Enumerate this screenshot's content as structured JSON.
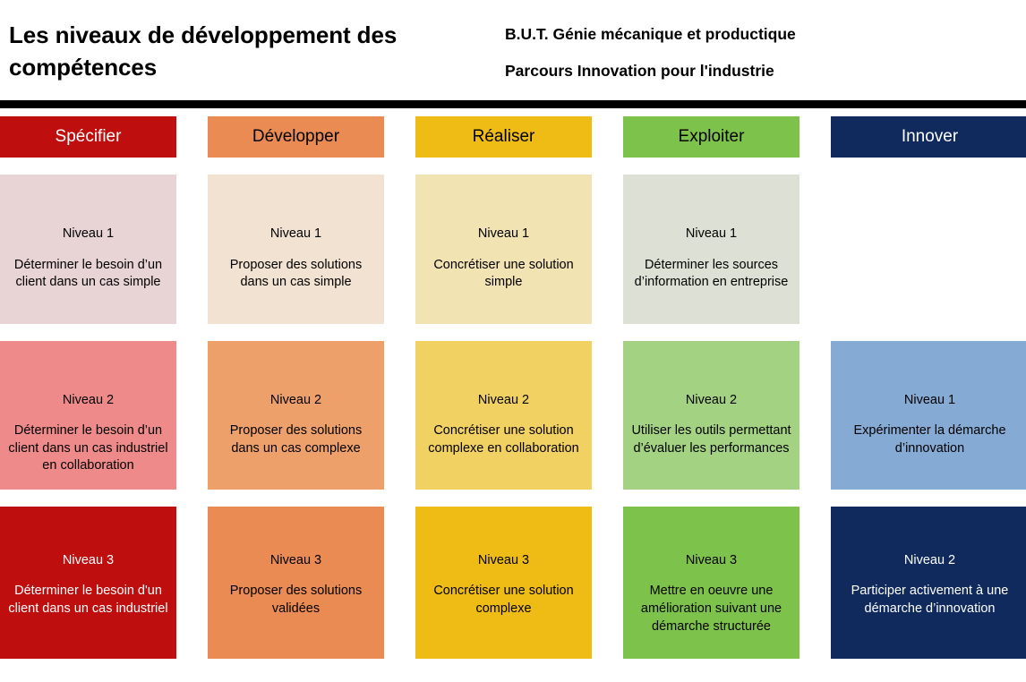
{
  "header": {
    "title": "Les niveaux de développement des compétences",
    "subtitle_line1": "B.U.T. Génie mécanique et productique",
    "subtitle_line2": "Parcours Innovation pour l'industrie"
  },
  "colors": {
    "specifier_strong": "#BE0E0E",
    "specifier_mid": "#EE8A8A",
    "specifier_light": "#E8D3D5",
    "developper_strong": "#E98B52",
    "developper_mid": "#EDA06A",
    "developper_light": "#F2E2D2",
    "realiser_strong": "#EFBB15",
    "realiser_mid": "#F2D163",
    "realiser_light": "#F2E3B2",
    "exploiter_strong": "#7DC24B",
    "exploiter_mid": "#A4D283",
    "exploiter_light": "#DDE1D5",
    "innover_strong": "#102A5E",
    "innover_mid": "#85AAD4",
    "rule_bar": "#000000"
  },
  "columns": [
    {
      "name": "specifier",
      "label": "Spécifier",
      "header_bg": "#BE0E0E",
      "header_text": "#FFFFFF",
      "cells": [
        {
          "level": "Niveau 1",
          "description": "Déterminer le besoin d’un client dans un cas simple",
          "bg": "#E8D3D5",
          "text": "#000000"
        },
        {
          "level": "Niveau 2",
          "description": "Déterminer le besoin d’un client dans un cas industriel en collaboration",
          "bg": "#EE8A8A",
          "text": "#000000"
        },
        {
          "level": "Niveau 3",
          "description": "Déterminer le besoin d'un client dans un cas industriel",
          "bg": "#BE0E0E",
          "text": "#FFFFFF"
        }
      ]
    },
    {
      "name": "developper",
      "label": "Développer",
      "header_bg": "#E98B52",
      "header_text": "#000000",
      "cells": [
        {
          "level": "Niveau 1",
          "description": "Proposer des solutions dans un cas simple",
          "bg": "#F2E2D2",
          "text": "#000000"
        },
        {
          "level": "Niveau 2",
          "description": "Proposer des solutions dans un cas complexe",
          "bg": "#EDA06A",
          "text": "#000000"
        },
        {
          "level": "Niveau 3",
          "description": "Proposer des solutions validées",
          "bg": "#E98B52",
          "text": "#000000"
        }
      ]
    },
    {
      "name": "realiser",
      "label": "Réaliser",
      "header_bg": "#EFBB15",
      "header_text": "#000000",
      "cells": [
        {
          "level": "Niveau 1",
          "description": "Concrétiser une solution simple",
          "bg": "#F2E3B2",
          "text": "#000000"
        },
        {
          "level": "Niveau 2",
          "description": "Concrétiser une solution complexe en collaboration",
          "bg": "#F2D163",
          "text": "#000000"
        },
        {
          "level": "Niveau 3",
          "description": "Concrétiser une solution complexe",
          "bg": "#EFBB15",
          "text": "#000000"
        }
      ]
    },
    {
      "name": "exploiter",
      "label": "Exploiter",
      "header_bg": "#7DC24B",
      "header_text": "#000000",
      "cells": [
        {
          "level": "Niveau 1",
          "description": "Déterminer les sources d’information en entreprise",
          "bg": "#DDE1D5",
          "text": "#000000"
        },
        {
          "level": "Niveau 2",
          "description": "Utiliser les outils permettant d’évaluer les performances",
          "bg": "#A4D283",
          "text": "#000000"
        },
        {
          "level": "Niveau 3",
          "description": "Mettre en oeuvre une amélioration suivant une démarche structurée",
          "bg": "#7DC24B",
          "text": "#000000"
        }
      ]
    },
    {
      "name": "innover",
      "label": "Innover",
      "header_bg": "#102A5E",
      "header_text": "#FFFFFF",
      "cells": [
        {
          "level": "",
          "description": "",
          "bg": "transparent",
          "text": "#000000",
          "empty": true
        },
        {
          "level": "Niveau 1",
          "description": "Expérimenter la démarche d’innovation",
          "bg": "#85AAD4",
          "text": "#000000"
        },
        {
          "level": "Niveau 2",
          "description": "Participer activement à une démarche d’innovation",
          "bg": "#102A5E",
          "text": "#FFFFFF"
        }
      ]
    }
  ]
}
